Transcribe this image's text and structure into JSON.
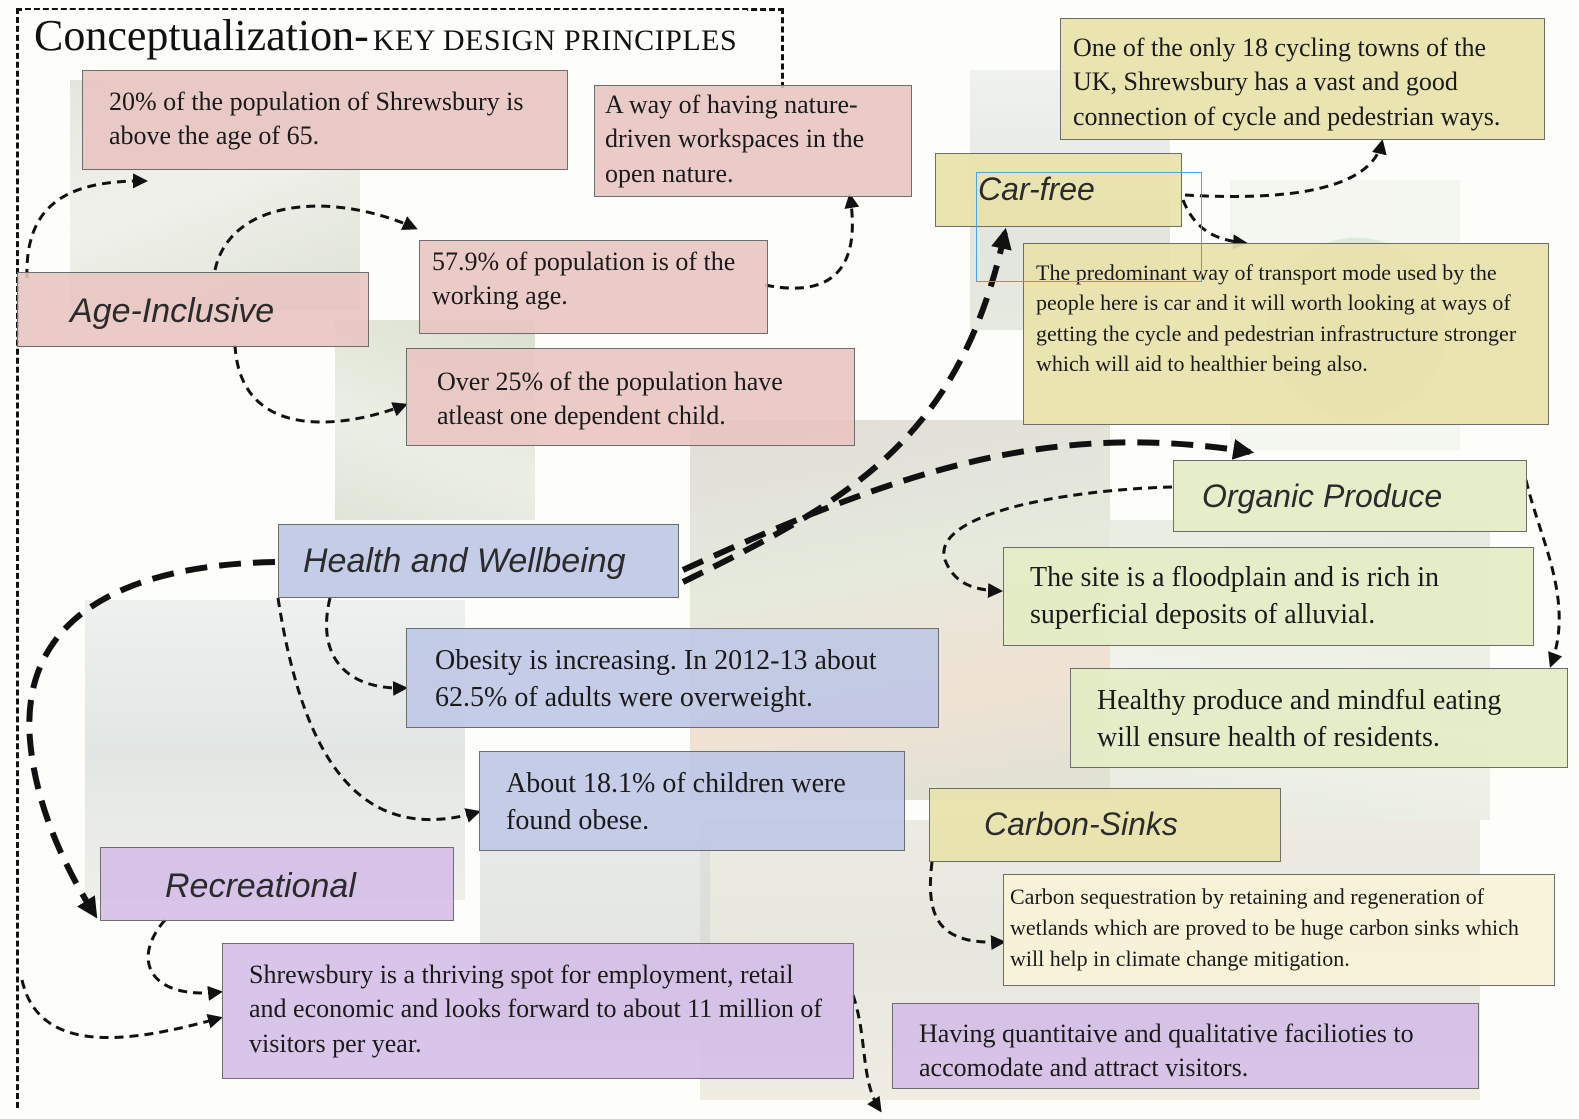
{
  "title": {
    "main": "Conceptualization-",
    "sub": "KEY DESIGN PRINCIPLES"
  },
  "categories": {
    "age_inclusive": "Age-Inclusive",
    "health_wellbeing": "Health and Wellbeing",
    "recreational": "Recreational",
    "car_free": "Car-free",
    "organic_produce": "Organic Produce",
    "carbon_sinks": "Carbon-Sinks"
  },
  "facts": {
    "age_65": "20% of the population of Shrewsbury is above the age of 65.",
    "nature_workspaces": "A way of having nature-driven workspaces in the open nature.",
    "working_age": "57.9% of population is of the working age.",
    "dependent_child": "Over 25% of the population have atleast one dependent child.",
    "obesity_adults": "Obesity is increasing. In 2012-13 about 62.5% of adults were overweight.",
    "obesity_children": "About 18.1% of children were found obese.",
    "employment": "Shrewsbury is a thriving spot for employment, retail and economic and looks forward to about 11 million of visitors per year.",
    "cycling_towns": "One of the only 18 cycling towns of the UK, Shrewsbury has a vast and good connection of cycle and pedestrian ways.",
    "transport_mode": "The predominant way of transport mode used by the people here is car and it will worth looking at ways of getting the cycle and pedestrian infrastructure stronger which will aid to healthier being also.",
    "floodplain": "The site is a floodplain and is rich in superficial deposits of alluvial.",
    "healthy_produce": "Healthy produce and mindful eating will ensure health of residents.",
    "carbon_sequestration": "Carbon sequestration by retaining and regeneration of wetlands which are proved to be huge carbon sinks which will help in climate change mitigation.",
    "visitor_facilities": "Having quantitaive and qualitative facilioties to accomodate and attract visitors."
  },
  "colors": {
    "age_inclusive": "#e8c4c0",
    "health_wellbeing": "#bec6e6",
    "recreational": "#d5bee8",
    "car_free": "#e8e2aa",
    "organic_produce": "#e3edc4",
    "carbon_sinks": "#e8e2aa",
    "arrow": "#111111"
  }
}
